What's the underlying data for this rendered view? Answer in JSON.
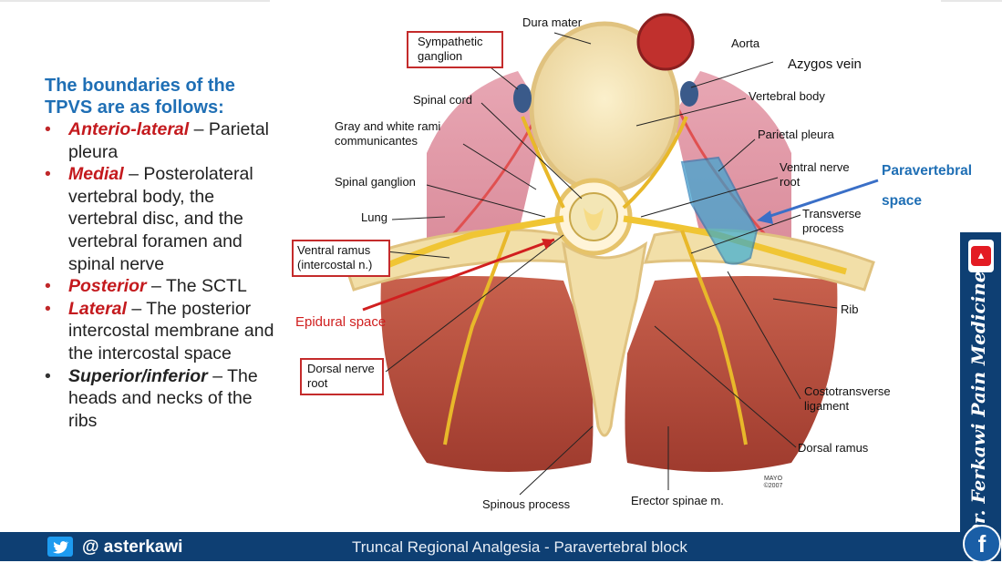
{
  "boundaries": {
    "heading": "The boundaries of the TPVS are as follows:",
    "items": [
      {
        "term": "Anterio-lateral",
        "text": " – Parietal pleura"
      },
      {
        "term": "Medial",
        "text": " – Posterolateral vertebral body, the vertebral disc, and the vertebral foramen and spinal nerve"
      },
      {
        "term": "Posterior",
        "text": " – The SCTL"
      },
      {
        "term": "Lateral",
        "text": " – The posterior intercostal membrane and the intercostal space"
      },
      {
        "term": "Superior/inferior",
        "text": " – The heads and necks of the ribs"
      }
    ]
  },
  "figure": {
    "labels": {
      "dura_mater": "Dura mater",
      "aorta": "Aorta",
      "azygos_vein": "Azygos vein",
      "vertebral_body": "Vertebral body",
      "sympathetic_ganglion": "Sympathetic ganglion",
      "spinal_cord": "Spinal cord",
      "gray_white_rami": "Gray and white rami communicantes",
      "parietal_pleura": "Parietal pleura",
      "ventral_nerve_root": "Ventral nerve root",
      "paravertebral_space": "Paravertebral space",
      "spinal_ganglion": "Spinal ganglion",
      "lung": "Lung",
      "transverse_process": "Transverse process",
      "ventral_ramus": "Ventral ramus (intercostal n.)",
      "rib": "Rib",
      "epidural_space": "Epidural space",
      "dorsal_nerve_root": "Dorsal nerve root",
      "costotransverse_ligament": "Costotransverse ligament",
      "dorsal_ramus": "Dorsal ramus",
      "spinous_process": "Spinous process",
      "erector_spinae": "Erector spinae m.",
      "mayo": "MAYO ©2007"
    }
  },
  "sidebar": {
    "author": "Dr. Ferkawi Pain Medicine",
    "youtube_icon": "youtube-icon",
    "facebook_icon": "facebook-icon"
  },
  "footer": {
    "twitter_icon": "twitter-icon",
    "handle": "@ asterkawi",
    "course": "Truncal Regional Analgesia - Paravertebral block"
  },
  "colors": {
    "heading_blue": "#1f6fb5",
    "term_red": "#c41a1e",
    "footer_navy": "#0e3f73"
  }
}
